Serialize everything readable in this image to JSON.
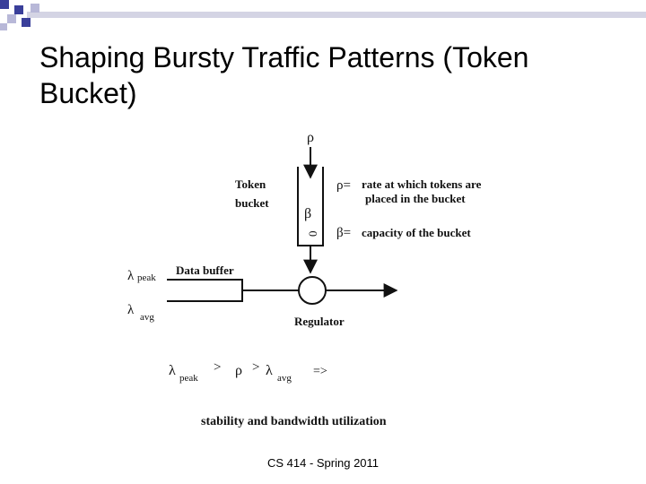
{
  "slide": {
    "title": "Shaping Bursty Traffic Patterns (Token Bucket)",
    "footer": "CS 414 - Spring 2011"
  },
  "diagram": {
    "rho_top": "ρ",
    "token_bucket_line1": "Token",
    "token_bucket_line2": "bucket",
    "beta_in_bucket": "β",
    "token_glyph": "0",
    "rho_def_symbol": "ρ=",
    "rho_def_line1": "rate at which tokens are",
    "rho_def_line2": "placed in the bucket",
    "beta_def_symbol": "β=",
    "beta_def_text": "capacity of the bucket",
    "lambda_peak_sym": "λ",
    "lambda_peak_sub": "peak",
    "lambda_avg_sym": "λ",
    "lambda_avg_sub": "avg",
    "data_buffer": "Data buffer",
    "regulator": "Regulator",
    "cond_lambda1": "λ",
    "cond_peak_sub": "peak",
    "cond_gt1": ">",
    "cond_rho": "ρ",
    "cond_gt2": ">",
    "cond_lambda2": "λ",
    "cond_avg_sub": "avg",
    "cond_implies": "=>",
    "conclusion": "stability and bandwidth utilization"
  },
  "colors": {
    "square_dark": "#3a3f9a",
    "square_light": "#b8b8d8",
    "stripe": "#c8c8dc"
  }
}
